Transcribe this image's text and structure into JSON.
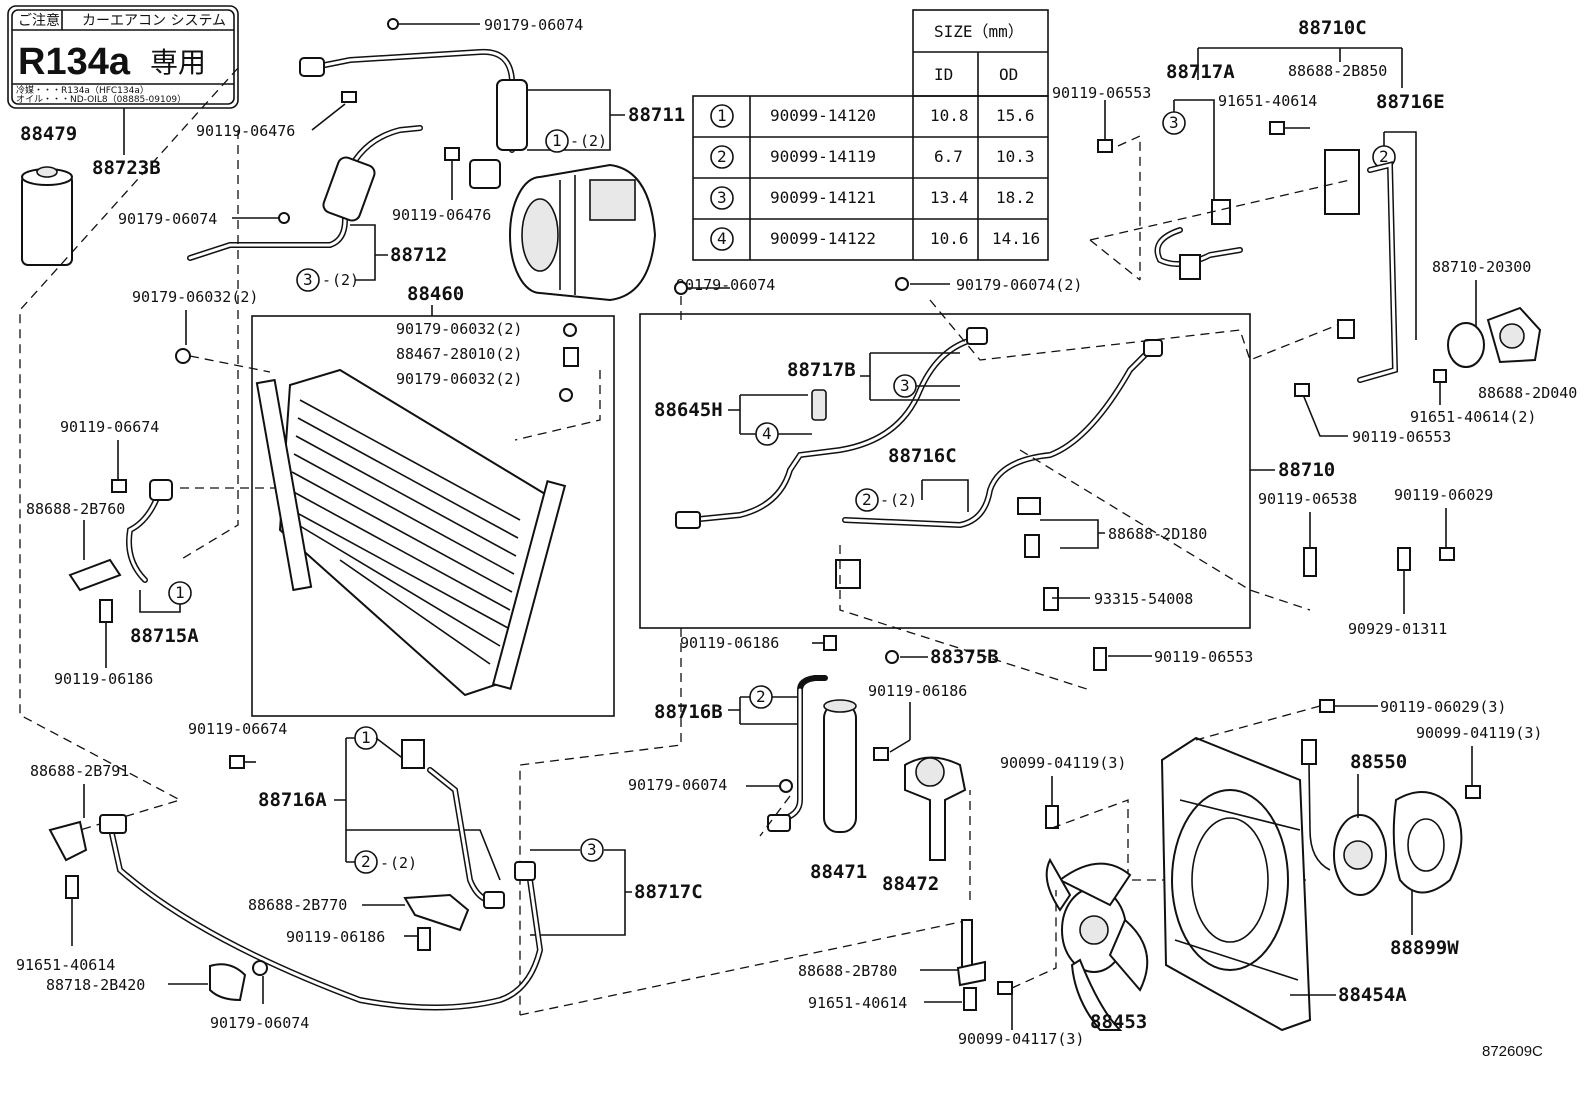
{
  "labels": {
    "p90179_06074_a": "90179-06074",
    "p90119_06476_a": "90119-06476",
    "p88711": "88711",
    "p90179_06074_b": "90179-06074",
    "p88712": "88712",
    "p90119_06476_b": "90119-06476",
    "p90179_06032_2": "90179-06032(2)",
    "p88460": "88460",
    "p90179_06032_2b": "90179-06032(2)",
    "p88467_28010_2": "88467-28010(2)",
    "p90179_06032_2c": "90179-06032(2)",
    "p90119_06674_a": "90119-06674",
    "p88688_2b760": "88688-2B760",
    "p88715a": "88715A",
    "p90119_06186_a": "90119-06186",
    "p90179_06074_c": "90179-06074",
    "p90179_06074_2": "90179-06074(2)",
    "p88717b": "88717B",
    "p88645h": "88645H",
    "p88716c": "88716C",
    "p88710": "88710",
    "p88688_2d180": "88688-2D180",
    "p93315_54008": "93315-54008",
    "p90119_06186_b": "90119-06186",
    "p88375b": "88375B",
    "p90119_06553_a": "90119-06553",
    "p90119_06674_b": "90119-06674",
    "p88716b": "88716B",
    "p90119_06186_c": "90119-06186",
    "p90179_06074_d": "90179-06074",
    "p88471": "88471",
    "p88472": "88472",
    "p88688_2b791": "88688-2B791",
    "p88716a": "88716A",
    "p88688_2b770": "88688-2B770",
    "p90119_06186_d": "90119-06186",
    "p88717c": "88717C",
    "p91651_40614_a": "91651-40614",
    "p88718_2b420": "88718-2B420",
    "p90179_06074_e": "90179-06074",
    "p90099_04119_3a": "90099-04119(3)",
    "p88688_2b780": "88688-2B780",
    "p91651_40614_b": "91651-40614",
    "p90099_04117_3": "90099-04117(3)",
    "p88453": "88453",
    "p88454a": "88454A",
    "p90119_06029_3": "90119-06029(3)",
    "p90099_04119_3b": "90099-04119(3)",
    "p88550": "88550",
    "p88899w": "88899W",
    "p88710c": "88710C",
    "p88717a": "88717A",
    "p88688_2b850": "88688-2B850",
    "p90119_06553_b": "90119-06553",
    "p91651_40614_c": "91651-40614",
    "p88716e": "88716E",
    "p88710_20300": "88710-20300",
    "p88688_2d040": "88688-2D040",
    "p91651_40614_2": "91651-40614(2)",
    "p90119_06553_c": "90119-06553",
    "p90119_06538": "90119-06538",
    "p90119_06029": "90119-06029",
    "p90929_01311": "90929-01311",
    "p88479": "88479",
    "p88723b": "88723B"
  },
  "refs": {
    "r1_2_a": "(2)",
    "r3_2_a": "(2)",
    "r2_2_b": "(2)",
    "r2_2_c": "(2)"
  },
  "circle_numbers": {
    "one": "1",
    "two": "2",
    "three": "3",
    "four": "4"
  },
  "warning_label": {
    "tag1": "ご注意",
    "tag2": "カーエアコン システム",
    "refrigerant": "R134a",
    "exclusive": "専用",
    "line1": "冷媒・・・R134a（HFC134a）",
    "line2": "オイル・・・ND-OIL8（08885-09109）"
  },
  "size_table": {
    "header": "SIZE（mm）",
    "col_id": "ID",
    "col_od": "OD",
    "rows": [
      {
        "num": "1",
        "part": "90099-14120",
        "id": "10.8",
        "od": "15.6"
      },
      {
        "num": "2",
        "part": "90099-14119",
        "id": "6.7",
        "od": "10.3"
      },
      {
        "num": "3",
        "part": "90099-14121",
        "id": "13.4",
        "od": "18.2"
      },
      {
        "num": "4",
        "part": "90099-14122",
        "id": "10.6",
        "od": "14.16"
      }
    ]
  },
  "figure_id": "872609C"
}
